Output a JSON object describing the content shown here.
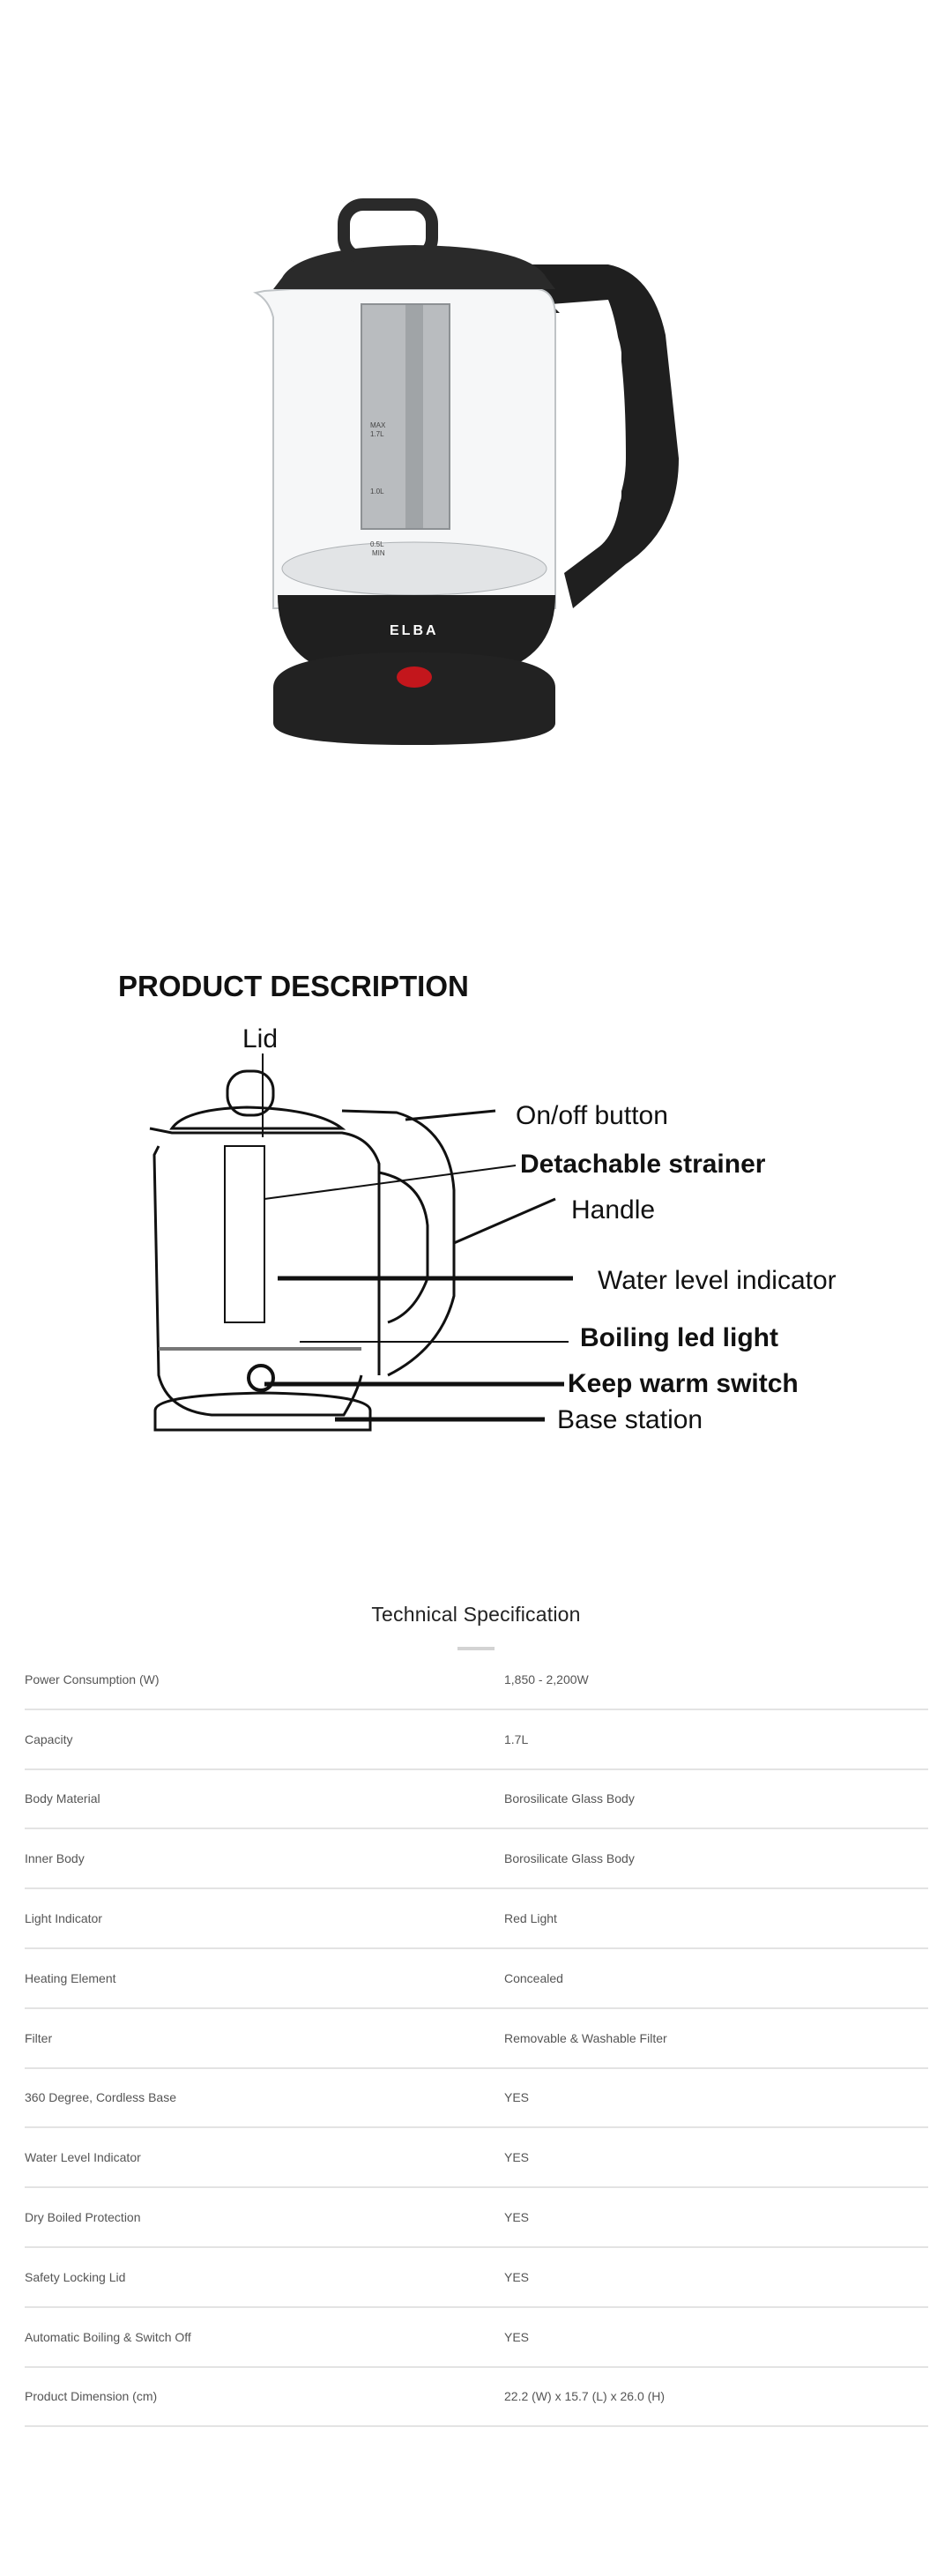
{
  "product_photo": {
    "brand_logo": "ELBA",
    "markings": [
      "MAX",
      "1.7L",
      "1.0L",
      "0.5L",
      "MIN"
    ]
  },
  "diagram": {
    "heading": "PRODUCT DESCRIPTION",
    "labels": {
      "lid": "Lid",
      "onoff": "On/off button",
      "strainer": "Detachable strainer",
      "handle": "Handle",
      "water_level": "Water level indicator",
      "boiling_led": "Boiling led light",
      "keep_warm": "Keep warm switch",
      "base": "Base station"
    }
  },
  "spec": {
    "title": "Technical Specification",
    "rows": [
      {
        "label": "Power Consumption (W)",
        "value": "1,850 - 2,200W"
      },
      {
        "label": "Capacity",
        "value": "1.7L"
      },
      {
        "label": "Body Material",
        "value": "Borosilicate Glass Body"
      },
      {
        "label": "Inner Body",
        "value": "Borosilicate Glass Body"
      },
      {
        "label": "Light Indicator",
        "value": "Red Light"
      },
      {
        "label": "Heating Element",
        "value": "Concealed"
      },
      {
        "label": "Filter",
        "value": "Removable & Washable Filter"
      },
      {
        "label": "360 Degree, Cordless Base",
        "value": "YES"
      },
      {
        "label": "Water Level Indicator",
        "value": "YES"
      },
      {
        "label": "Dry Boiled Protection",
        "value": "YES"
      },
      {
        "label": "Safety Locking Lid",
        "value": "YES"
      },
      {
        "label": "Automatic Boiling & Switch Off",
        "value": "YES"
      },
      {
        "label": "Product Dimension (cm)",
        "value": "22.2 (W) x 15.7 (L) x 26.0 (H)"
      }
    ]
  }
}
